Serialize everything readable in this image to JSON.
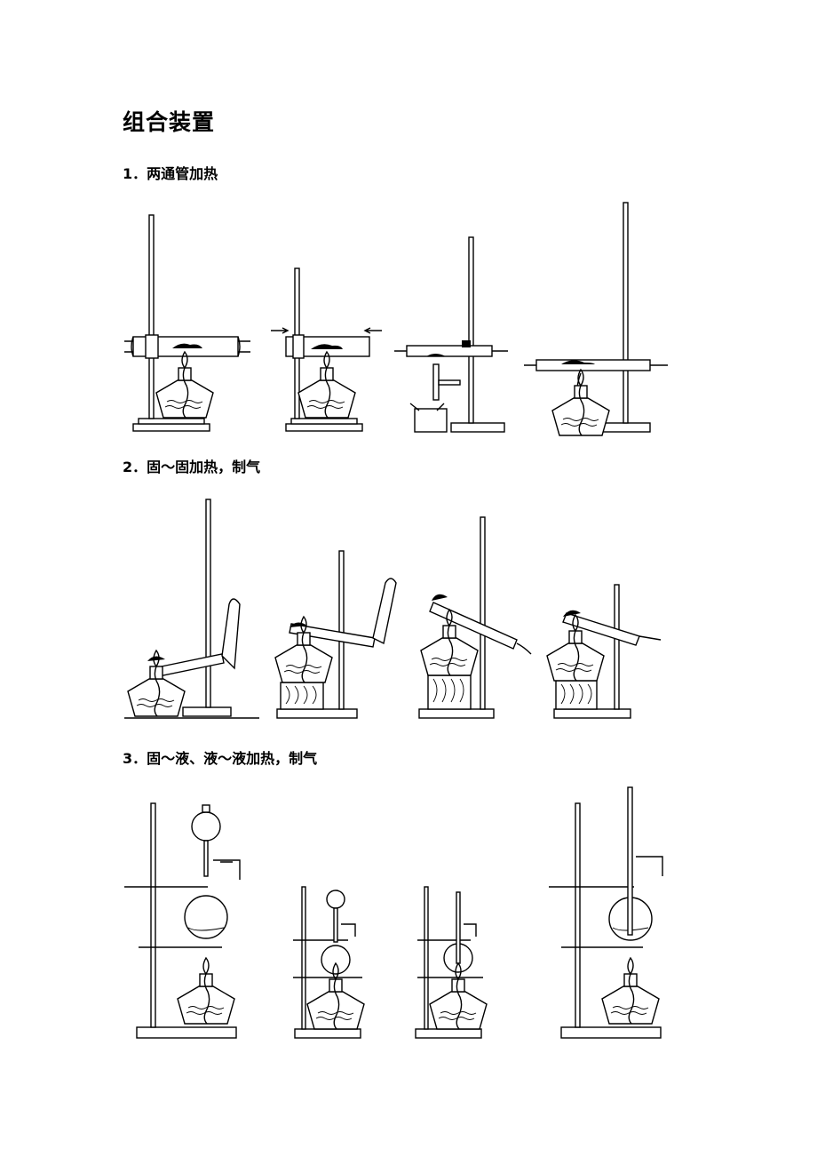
{
  "page": {
    "title": "组合装置",
    "sections": [
      {
        "label": "1．两通管加热"
      },
      {
        "label": "2．固～固加热，制气"
      },
      {
        "label": "3．固～液、液～液加热，制气"
      }
    ]
  }
}
